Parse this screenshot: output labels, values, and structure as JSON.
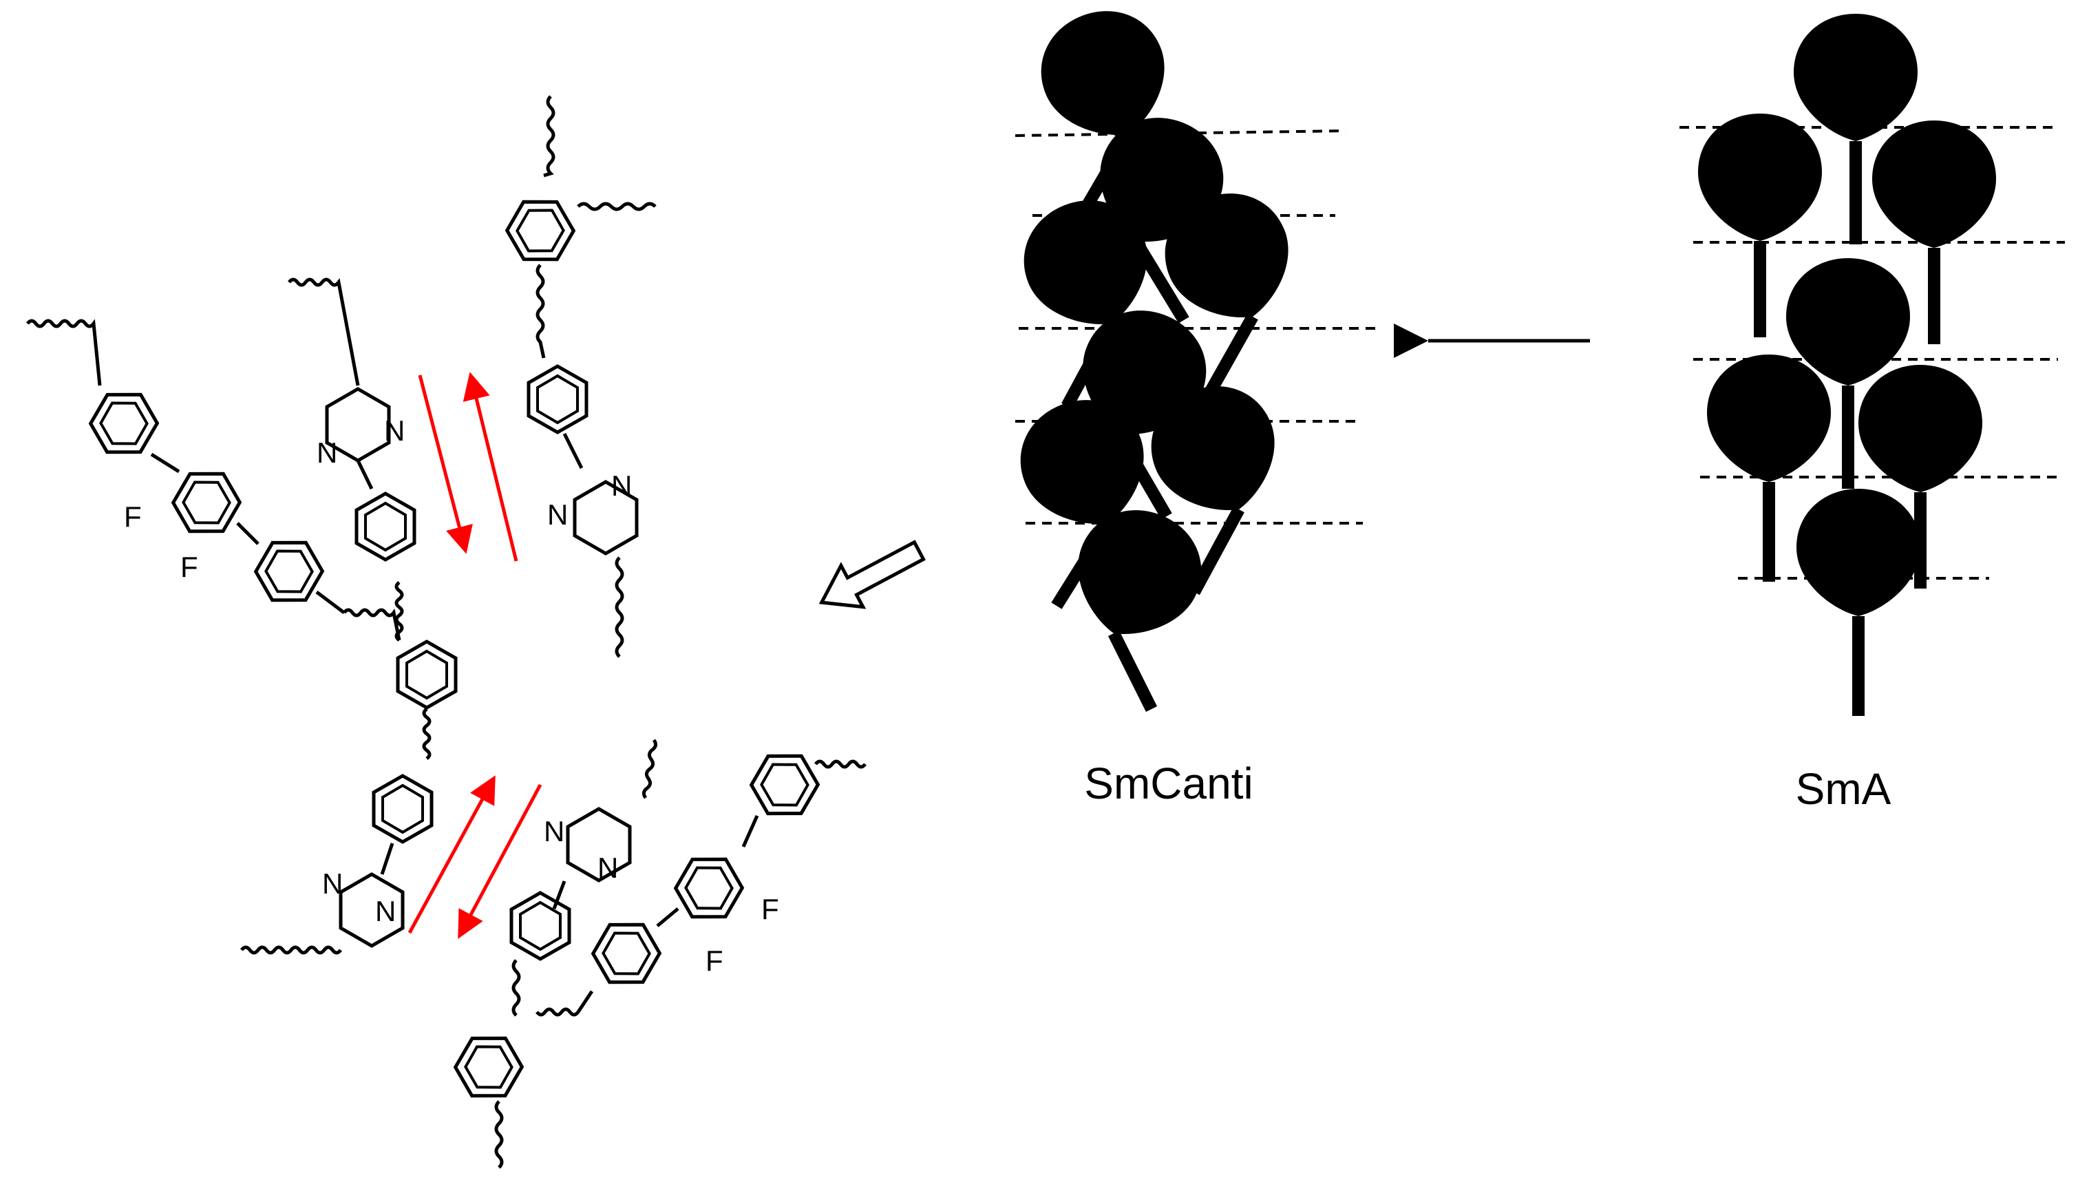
{
  "phase_labels": {
    "smcanti": "SmCanti",
    "sma": "SmA"
  },
  "atom_labels": {
    "fluorine": "F",
    "nitrogen": "N"
  },
  "colors": {
    "ink": "#000000",
    "dipole_arrow": "#ff0000",
    "background": "#ffffff"
  },
  "icons": [
    "hollow-arrow-icon",
    "transition-arrow-icon",
    "dipole-arrow-icon"
  ]
}
